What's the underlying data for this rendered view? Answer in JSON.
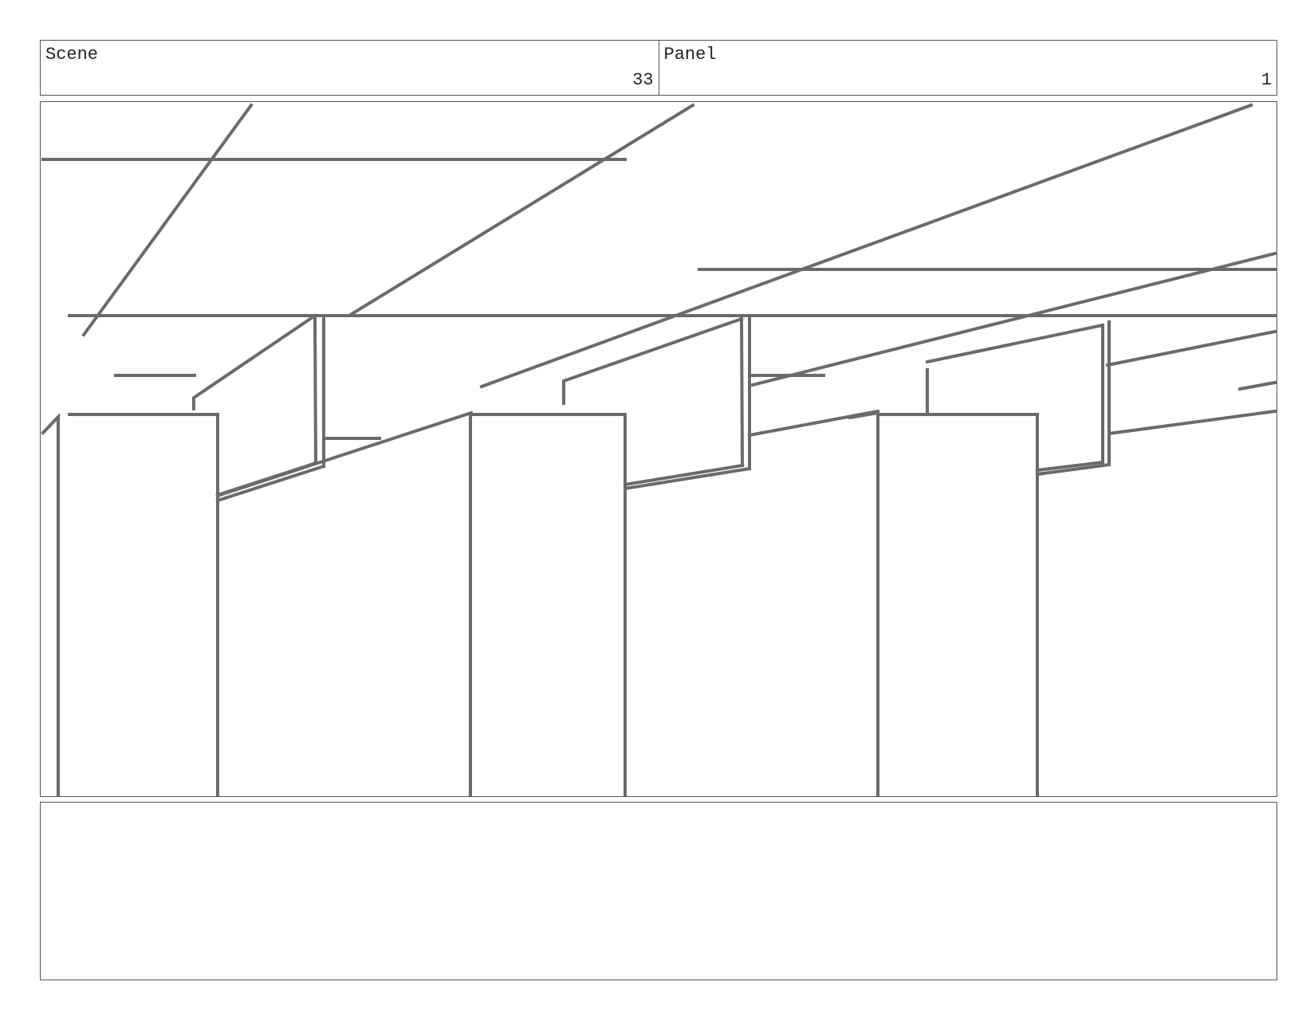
{
  "header": {
    "scene_label": "Scene",
    "scene_number": "33",
    "panel_label": "Panel",
    "panel_number": "1"
  },
  "panel": {
    "drawing": "sketch-lines",
    "stroke_color": "#6a6a6a"
  },
  "notes": {
    "text": ""
  }
}
